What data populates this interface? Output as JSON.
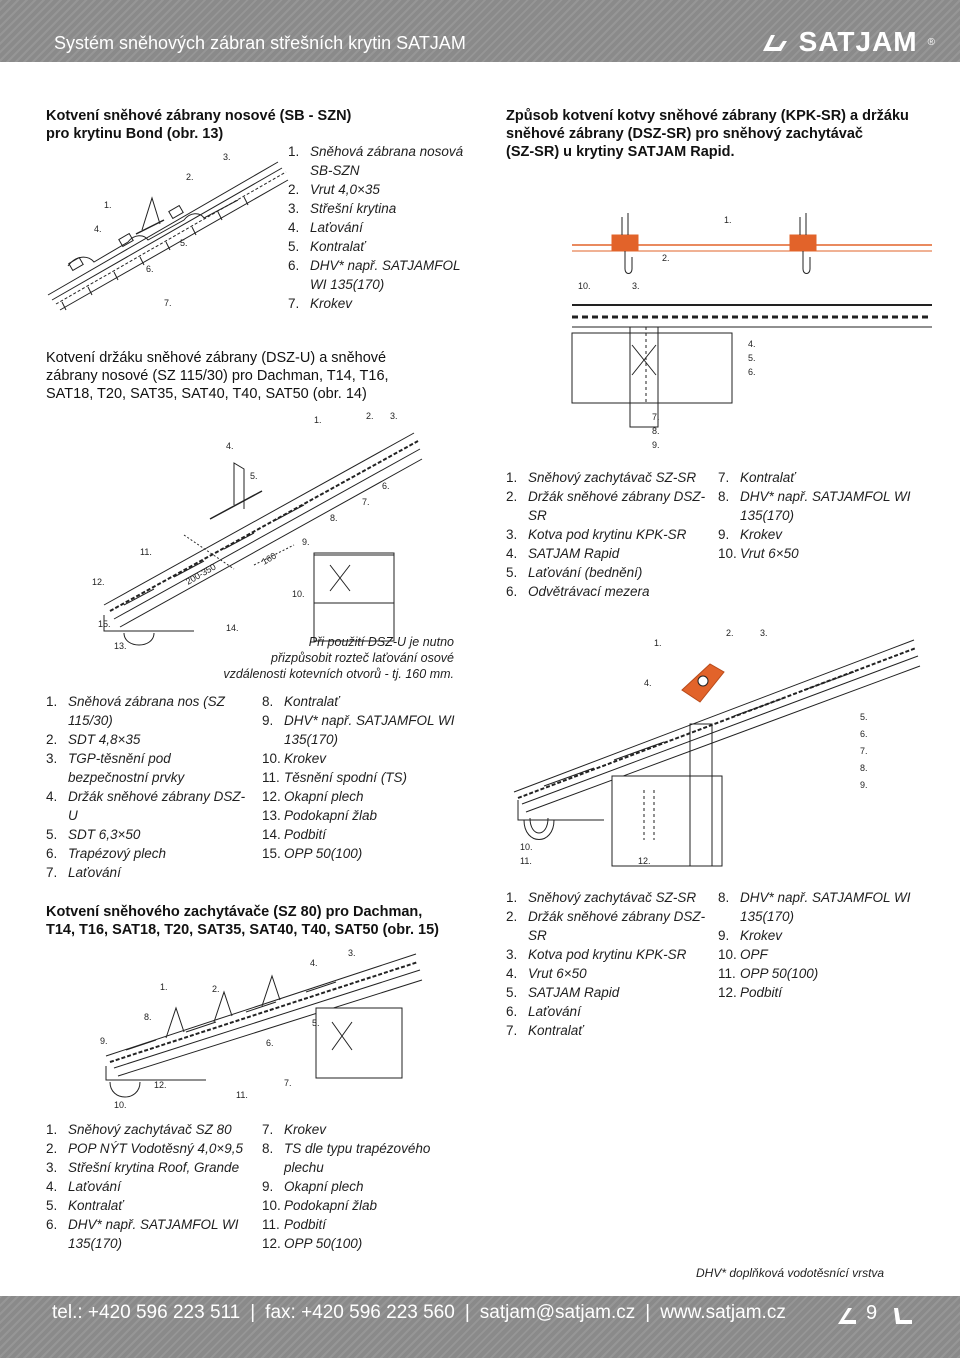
{
  "header": {
    "title": "Systém sněhových zábran střešních krytin SATJAM",
    "brand": "SATJAM",
    "brand_mark": "®"
  },
  "section1": {
    "heading": [
      "Kotvení sněhové zábrany nosové (SB - SZN)",
      "pro krytinu Bond (obr. 13)"
    ],
    "legend": [
      {
        "n": "1.",
        "t": "Sněhová zábrana nosová SB-SZN"
      },
      {
        "n": "2.",
        "t": "Vrut 4,0×35"
      },
      {
        "n": "3.",
        "t": "Střešní krytina"
      },
      {
        "n": "4.",
        "t": "Laťování"
      },
      {
        "n": "5.",
        "t": "Kontralať"
      },
      {
        "n": "6.",
        "t": "DHV*  např. SATJAMFOL WI 135(170)"
      },
      {
        "n": "7.",
        "t": "Krokev"
      }
    ],
    "figure_labels": [
      "1.",
      "2.",
      "3.",
      "4.",
      "5.",
      "6.",
      "7."
    ]
  },
  "section2": {
    "heading": [
      "Způsob kotvení kotvy sněhové zábrany (KPK-SR) a držáku",
      "sněhové zábrany (DSZ-SR) pro sněhový zachytávač",
      "(SZ-SR) u krytiny SATJAM Rapid."
    ],
    "figure_labels": [
      "1.",
      "2.",
      "3.",
      "4.",
      "5.",
      "6.",
      "7.",
      "8.",
      "9.",
      "10."
    ],
    "legend_left": [
      {
        "n": "1.",
        "t": "Sněhový zachytávač SZ-SR"
      },
      {
        "n": "2.",
        "t": "Držák sněhové zábrany DSZ-SR"
      },
      {
        "n": "3.",
        "t": "Kotva pod krytinu KPK-SR"
      },
      {
        "n": "4.",
        "t": "SATJAM Rapid"
      },
      {
        "n": "5.",
        "t": "Laťování (bednění)"
      },
      {
        "n": "6.",
        "t": "Odvětrávací mezera"
      }
    ],
    "legend_right": [
      {
        "n": "7.",
        "t": "Kontralať"
      },
      {
        "n": "8.",
        "t": "DHV*  např. SATJAMFOL WI 135(170)"
      },
      {
        "n": "9.",
        "t": "Krokev"
      },
      {
        "n": "10.",
        "t": "Vrut 6×50"
      }
    ]
  },
  "section3": {
    "heading": [
      "Kotvení držáku sněhové zábrany (DSZ-U) a sněhové",
      "zábrany nosové (SZ 115/30) pro Dachman, T14, T16,",
      "SAT18, T20, SAT35, SAT40, T40, SAT50 (obr. 14)"
    ],
    "figure_labels": [
      "1.",
      "2.",
      "3.",
      "4.",
      "5.",
      "6.",
      "7.",
      "8.",
      "9.",
      "10.",
      "11.",
      "12.",
      "13.",
      "14.",
      "15."
    ],
    "dimensions": [
      "200-350",
      "160"
    ],
    "note": [
      "Při použití DSZ-U je nutno",
      "přizpůsobit rozteč laťování osové",
      "vzdálenosti kotevních otvorů - tj. 160 mm."
    ],
    "legend_left": [
      {
        "n": "1.",
        "t": "Sněhová zábrana nos (SZ 115/30)"
      },
      {
        "n": "2.",
        "t": "SDT 4,8×35"
      },
      {
        "n": "3.",
        "t": "TGP-těsnění pod bezpečnostní prvky"
      },
      {
        "n": "4.",
        "t": "Držák sněhové zábrany DSZ-U"
      },
      {
        "n": "5.",
        "t": "SDT 6,3×50"
      },
      {
        "n": "6.",
        "t": "Trapézový plech"
      },
      {
        "n": "7.",
        "t": "Laťování"
      }
    ],
    "legend_right": [
      {
        "n": "8.",
        "t": "Kontralať"
      },
      {
        "n": "9.",
        "t": "DHV*  např. SATJAMFOL WI 135(170)"
      },
      {
        "n": "10.",
        "t": "Krokev"
      },
      {
        "n": "11.",
        "t": "Těsnění spodní (TS)"
      },
      {
        "n": "12.",
        "t": "Okapní plech"
      },
      {
        "n": "13.",
        "t": "Podokapní žlab"
      },
      {
        "n": "14.",
        "t": "Podbití"
      },
      {
        "n": "15.",
        "t": "OPP 50(100)"
      }
    ]
  },
  "section4": {
    "figure_labels": [
      "1.",
      "2.",
      "3.",
      "4.",
      "5.",
      "6.",
      "7.",
      "8.",
      "9.",
      "10.",
      "11.",
      "12."
    ],
    "legend_left": [
      {
        "n": "1.",
        "t": "Sněhový zachytávač SZ-SR"
      },
      {
        "n": "2.",
        "t": "Držák sněhové zábrany DSZ-SR"
      },
      {
        "n": "3.",
        "t": "Kotva pod krytinu KPK-SR"
      },
      {
        "n": "4.",
        "t": "Vrut 6×50"
      },
      {
        "n": "5.",
        "t": "SATJAM Rapid"
      },
      {
        "n": "6.",
        "t": "Laťování"
      },
      {
        "n": "7.",
        "t": "Kontralať"
      }
    ],
    "legend_right": [
      {
        "n": "8.",
        "t": "DHV*  např. SATJAMFOL WI 135(170)"
      },
      {
        "n": "9.",
        "t": "Krokev"
      },
      {
        "n": "10.",
        "t": "OPF"
      },
      {
        "n": "11.",
        "t": "OPP 50(100)"
      },
      {
        "n": "12.",
        "t": "Podbití"
      }
    ]
  },
  "section5": {
    "heading": [
      "Kotvení sněhového zachytávače (SZ 80) pro  Dachman,",
      "T14, T16, SAT18, T20, SAT35, SAT40, T40, SAT50  (obr. 15)"
    ],
    "figure_labels": [
      "1.",
      "2.",
      "3.",
      "4.",
      "5.",
      "6.",
      "7.",
      "8.",
      "9.",
      "10.",
      "11.",
      "12."
    ],
    "legend_left": [
      {
        "n": "1.",
        "t": "Sněhový zachytávač SZ 80"
      },
      {
        "n": "2.",
        "t": "POP NÝT Vodotěsný 4,0×9,5"
      },
      {
        "n": "3.",
        "t": "Střešní krytina Roof, Grande"
      },
      {
        "n": "4.",
        "t": "Laťování"
      },
      {
        "n": "5.",
        "t": "Kontralať"
      },
      {
        "n": "6.",
        "t": "DHV*  např. SATJAMFOL WI 135(170)"
      }
    ],
    "legend_right": [
      {
        "n": "7.",
        "t": "Krokev"
      },
      {
        "n": "8.",
        "t": "TS dle typu trapézového plechu"
      },
      {
        "n": "9.",
        "t": "Okapní plech"
      },
      {
        "n": "10.",
        "t": "Podokapní žlab"
      },
      {
        "n": "11.",
        "t": "Podbití"
      },
      {
        "n": "12.",
        "t": "OPP 50(100)"
      }
    ]
  },
  "footnote": "DHV*  doplňková vodotěsnící vrstva",
  "footer": {
    "phone": "tel.: +420 596 223 511",
    "fax": "fax: +420 596 223 560",
    "email": "satjam@satjam.cz",
    "web": "www.satjam.cz",
    "separator": "|",
    "page": "9"
  },
  "colors": {
    "bar": "#8a8a8a",
    "accent_orange": "#e2632a",
    "text": "#1a1a1a"
  }
}
